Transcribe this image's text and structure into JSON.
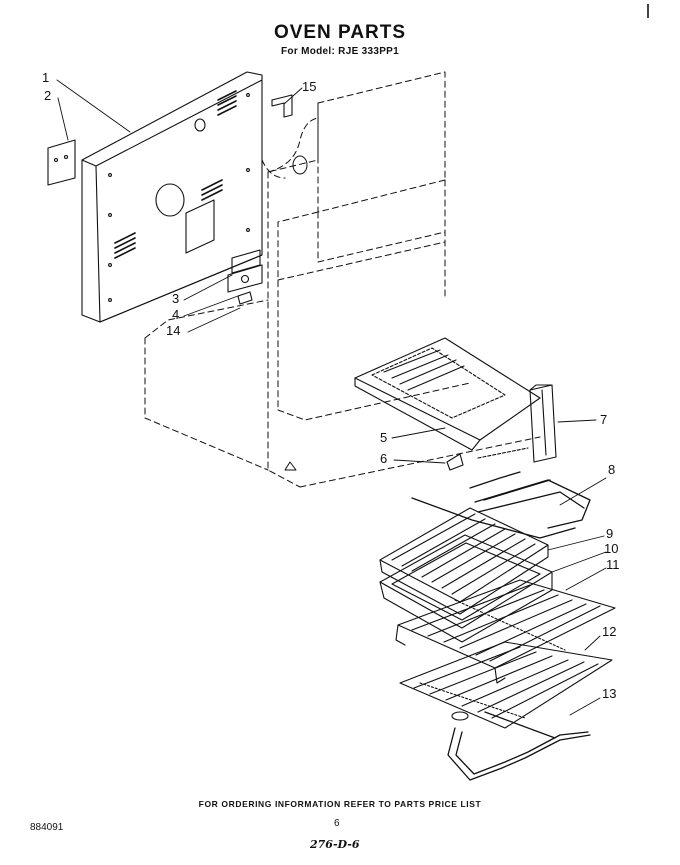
{
  "header": {
    "title": "OVEN PARTS",
    "model_line": "For Model: RJE 333PP1"
  },
  "callouts": [
    "1",
    "2",
    "15",
    "3",
    "4",
    "14",
    "5",
    "6",
    "7",
    "8",
    "9",
    "10",
    "11",
    "12",
    "13"
  ],
  "footer": {
    "note": "FOR ORDERING INFORMATION REFER TO PARTS PRICE LIST",
    "doc_number": "884091",
    "page_number": "6",
    "handwritten": "276-D-6"
  }
}
